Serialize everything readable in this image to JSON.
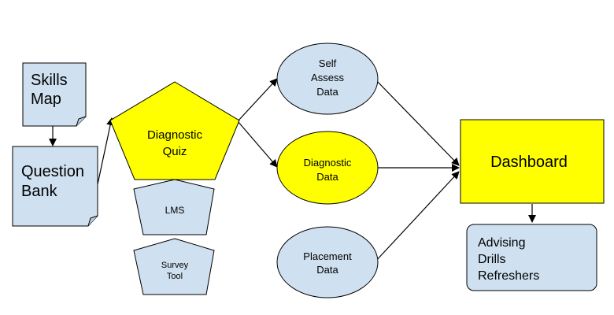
{
  "colors": {
    "doc_fill": "#cfe0f0",
    "yellow_fill": "#ffff00",
    "stroke": "#000000",
    "ellipse_blue_fill": "#cfe0f0"
  },
  "nodes": {
    "skills_map": {
      "line1": "Skills",
      "line2": "Map"
    },
    "question_bank": {
      "line1": "Question",
      "line2": "Bank"
    },
    "diagnostic_quiz": {
      "line1": "Diagnostic",
      "line2": "Quiz"
    },
    "lms": {
      "line1": "LMS"
    },
    "survey_tool": {
      "line1": "Survey",
      "line2": "Tool"
    },
    "self_assess_data": {
      "line1": "Self",
      "line2": "Assess",
      "line3": "Data"
    },
    "diagnostic_data": {
      "line1": "Diagnostic",
      "line2": "Data"
    },
    "placement_data": {
      "line1": "Placement",
      "line2": "Data"
    },
    "dashboard": {
      "line1": "Dashboard"
    },
    "outcomes": {
      "line1": "Advising",
      "line2": "Drills",
      "line3": "Refreshers"
    }
  }
}
